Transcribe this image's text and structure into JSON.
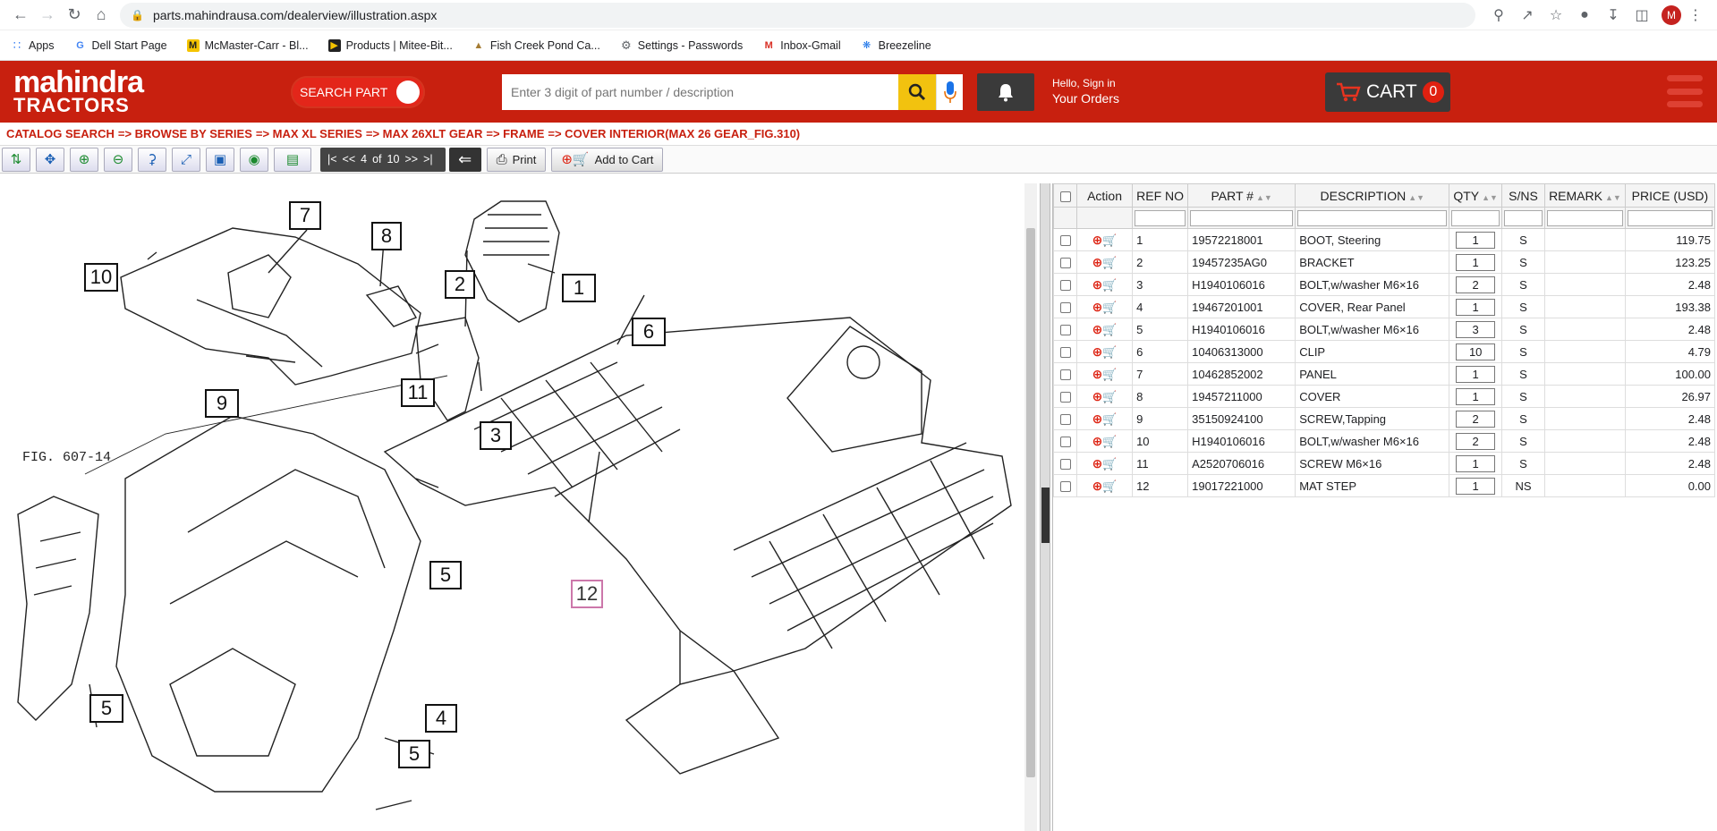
{
  "browser": {
    "url": "parts.mahindrausa.com/dealerview/illustration.aspx",
    "avatar_letter": "M",
    "bookmarks": [
      {
        "label": "Apps",
        "icon": "apps-grid-icon"
      },
      {
        "label": "Dell Start Page",
        "icon": "google-icon"
      },
      {
        "label": "McMaster-Carr - Bl...",
        "icon": "mcmaster-icon"
      },
      {
        "label": "Products | Mitee-Bit...",
        "icon": "mitee-bite-icon"
      },
      {
        "label": "Fish Creek Pond Ca...",
        "icon": "fish-creek-icon"
      },
      {
        "label": "Settings - Passwords",
        "icon": "gear-icon"
      },
      {
        "label": "Inbox-Gmail",
        "icon": "gmail-icon"
      },
      {
        "label": "Breezeline",
        "icon": "breezeline-icon"
      }
    ]
  },
  "header": {
    "logo_line1": "mahindra",
    "logo_line2": "TRACTORS",
    "search_part_label": "SEARCH PART",
    "search_placeholder": "Enter 3 digit of part number / description",
    "sign_in_line1": "Hello, Sign in",
    "sign_in_line2": "Your Orders",
    "cart_label": "CART",
    "cart_count": "0"
  },
  "breadcrumb": [
    "CATALOG SEARCH",
    "=> BROWSE BY SERIES",
    "=> MAX XL SERIES",
    "=> MAX 26XLT GEAR",
    "=> FRAME",
    "=> COVER INTERIOR(MAX 26 GEAR_FIG.310)"
  ],
  "toolbar": {
    "pager_first": "|<",
    "pager_prev": "<<",
    "pager_page": "4",
    "pager_of": "of",
    "pager_total": "10",
    "pager_next": ">>",
    "pager_last": ">|",
    "print_label": "Print",
    "add_to_cart_label": "Add to Cart"
  },
  "illustration": {
    "fig_ref": "FIG. 607-14",
    "callouts": [
      "7",
      "8",
      "10",
      "2",
      "1",
      "6",
      "9",
      "11",
      "3",
      "5",
      "12",
      "5",
      "4",
      "5"
    ]
  },
  "table": {
    "headers": {
      "action": "Action",
      "ref": "REF NO",
      "part": "PART #",
      "desc": "DESCRIPTION",
      "qty": "QTY",
      "sns": "S/NS",
      "remark": "REMARK",
      "price": "PRICE (USD)"
    },
    "rows": [
      {
        "ref": "1",
        "part": "19572218001",
        "desc": "BOOT, Steering",
        "qty": "1",
        "sns": "S",
        "remark": "",
        "price": "119.75"
      },
      {
        "ref": "2",
        "part": "19457235AG0",
        "desc": "BRACKET",
        "qty": "1",
        "sns": "S",
        "remark": "",
        "price": "123.25"
      },
      {
        "ref": "3",
        "part": "H1940106016",
        "desc": "BOLT,w/washer M6×16",
        "qty": "2",
        "sns": "S",
        "remark": "",
        "price": "2.48"
      },
      {
        "ref": "4",
        "part": "19467201001",
        "desc": "COVER, Rear Panel",
        "qty": "1",
        "sns": "S",
        "remark": "",
        "price": "193.38"
      },
      {
        "ref": "5",
        "part": "H1940106016",
        "desc": "BOLT,w/washer M6×16",
        "qty": "3",
        "sns": "S",
        "remark": "",
        "price": "2.48"
      },
      {
        "ref": "6",
        "part": "10406313000",
        "desc": "CLIP",
        "qty": "10",
        "sns": "S",
        "remark": "",
        "price": "4.79"
      },
      {
        "ref": "7",
        "part": "10462852002",
        "desc": "PANEL",
        "qty": "1",
        "sns": "S",
        "remark": "",
        "price": "100.00"
      },
      {
        "ref": "8",
        "part": "19457211000",
        "desc": "COVER",
        "qty": "1",
        "sns": "S",
        "remark": "",
        "price": "26.97"
      },
      {
        "ref": "9",
        "part": "35150924100",
        "desc": "SCREW,Tapping",
        "qty": "2",
        "sns": "S",
        "remark": "",
        "price": "2.48"
      },
      {
        "ref": "10",
        "part": "H1940106016",
        "desc": "BOLT,w/washer M6×16",
        "qty": "2",
        "sns": "S",
        "remark": "",
        "price": "2.48"
      },
      {
        "ref": "11",
        "part": "A2520706016",
        "desc": "SCREW M6×16",
        "qty": "1",
        "sns": "S",
        "remark": "",
        "price": "2.48"
      },
      {
        "ref": "12",
        "part": "19017221000",
        "desc": "MAT STEP",
        "qty": "1",
        "sns": "NS",
        "remark": "",
        "price": "0.00"
      }
    ]
  },
  "colors": {
    "brand_red": "#c8200f",
    "search_yellow": "#f2c20f",
    "dark_button": "#3a3a3a"
  }
}
